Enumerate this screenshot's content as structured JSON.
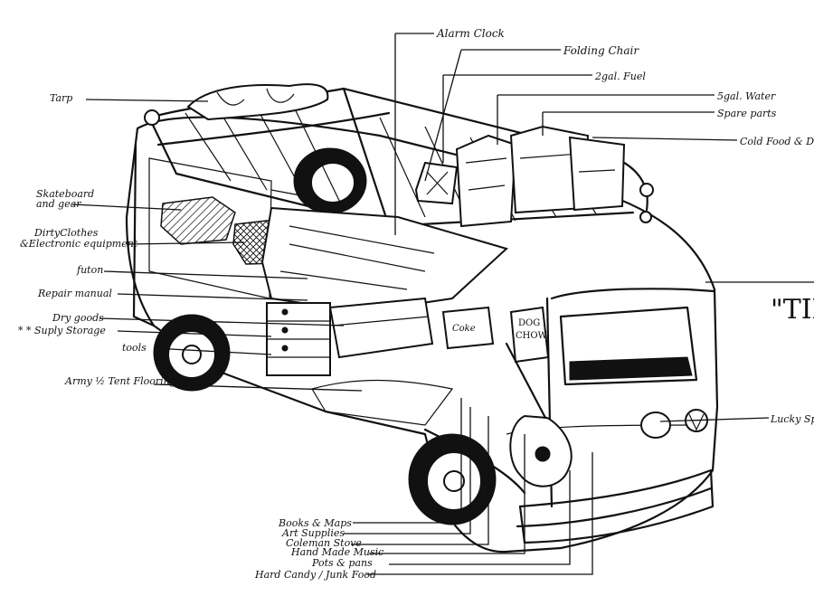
{
  "labels": {
    "alarm_clock": "Alarm Clock",
    "folding_chair": "Folding Chair",
    "fuel": "2gal. Fuel",
    "water": "5gal. Water",
    "spare_parts": "Spare parts",
    "cold_food": "Cold Food & Dr",
    "tarp": "Tarp",
    "skateboard": "Skateboard",
    "skateboard_2": "and gear",
    "dirty_clothes": "DirtyClothes",
    "electronic": "&Electronic equipment",
    "futon": "futon",
    "repair_manual": "Repair manual",
    "dry_goods": "Dry goods",
    "supply_storage": "* * Suply Storage",
    "tools": "tools",
    "army_tent": "Army ½ Tent Flooring",
    "books_maps": "Books & Maps",
    "art_supplies": "Art Supplies",
    "coleman_stove": "Coleman Stove",
    "hand_made_music": "Hand Made Music",
    "pots_pans": "Pots & pans",
    "hard_candy": "Hard Candy / Junk Food",
    "lucky_spare": "Lucky Spa"
  },
  "side_text": "\"TIN",
  "item_text": {
    "dog_chow_1": "DOG",
    "dog_chow_2": "CHOW",
    "cooler": "Coke"
  }
}
